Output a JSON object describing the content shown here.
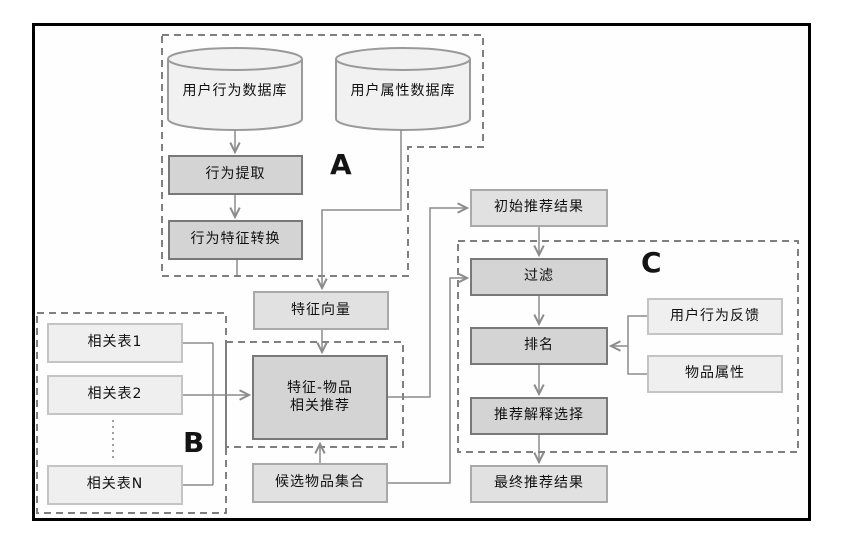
{
  "diagram": {
    "title": "recommendation-system-flowchart",
    "groups": {
      "a": "A",
      "b": "B",
      "c": "C"
    },
    "nodes": {
      "user_behavior_db": "用户行为数据库",
      "user_attribute_db": "用户属性数据库",
      "behavior_extraction": "行为提取",
      "behavior_feature_conversion": "行为特征转换",
      "feature_vector": "特征向量",
      "initial_recommendation_results": "初始推荐结果",
      "related_table_1": "相关表1",
      "related_table_2": "相关表2",
      "related_table_n": "相关表N",
      "feature_item_line1": "特征-物品",
      "feature_item_line2": "相关推荐",
      "candidate_item_set": "候选物品集合",
      "filter": "过滤",
      "ranking": "排名",
      "user_behavior_feedback": "用户行为反馈",
      "item_attributes": "物品属性",
      "recommendation_explanation_selection": "推荐解释选择",
      "final_recommendation_results": "最终推荐结果"
    },
    "colors": {
      "frame": "#000000",
      "dashed_group_border": "#7f7f7f",
      "connector": "#8c8c8c",
      "process_box_fill": "#d4d4d4",
      "result_box_fill": "#e1e1e1",
      "input_box_fill": "#efefef",
      "cylinder_fill": "#f1f1f1",
      "text": "#111111"
    }
  }
}
